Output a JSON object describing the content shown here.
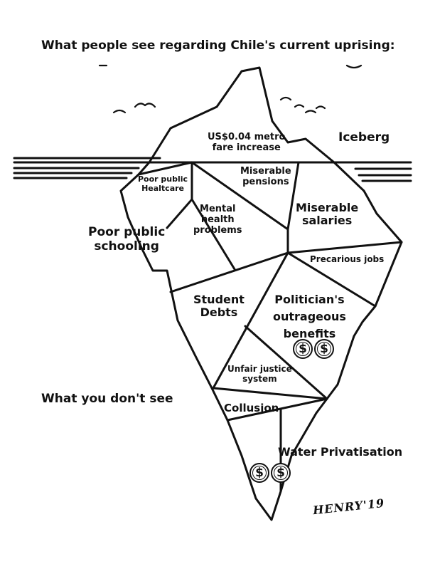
{
  "headings": {
    "top": "What people see regarding Chile's current uprising:",
    "bottom": "What you don't  see"
  },
  "iceberg_title": "Iceberg",
  "labels": {
    "metro": "US$0.04 metro\nfare increase",
    "healthcare": "Poor public\nHealtcare",
    "pensions": "Miserable\npensions",
    "mental": "Mental\nhealth\nproblems",
    "salaries": "Miserable\nsalaries",
    "schooling": "Poor public\nschooling",
    "precarious": "Precarious jobs",
    "student": "Student\nDebts",
    "politician": "Politician's\noutrageous\nbenefits",
    "justice": "Unfair justice\nsystem",
    "collusion": "Collusion",
    "water": "Water Privatisation"
  },
  "coin_symbol": "$",
  "signature": "HENRY'19"
}
